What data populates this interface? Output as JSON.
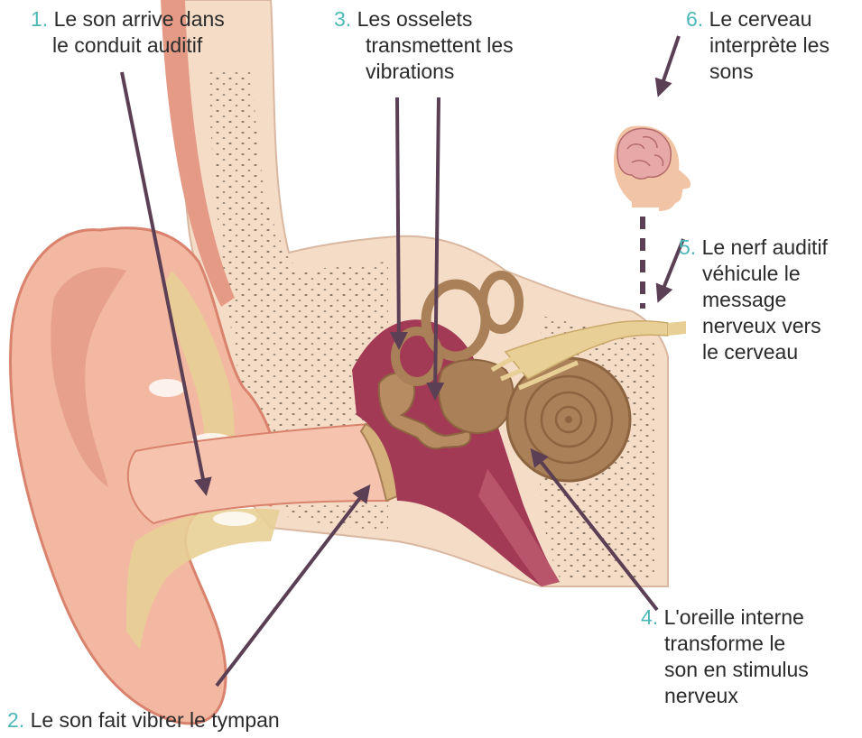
{
  "colors": {
    "number": "#4db8b8",
    "text": "#2b2b2b",
    "arrow": "#5b3f55",
    "skin": "#f2b8a2",
    "skin_dark": "#d9826d",
    "bone": "#f4dcc6",
    "cartilage": "#e8cf96",
    "cavity": "#a33a55",
    "ossicle": "#b88c63",
    "cochlea": "#a98057",
    "head": "#f2c4a6"
  },
  "labels": [
    {
      "num": "1.",
      "lines": [
        "Le son arrive dans",
        "le conduit auditif"
      ]
    },
    {
      "num": "2.",
      "lines": [
        "Le son fait vibrer le tympan"
      ]
    },
    {
      "num": "3.",
      "lines": [
        "Les osselets",
        "transmettent les",
        "vibrations"
      ]
    },
    {
      "num": "4.",
      "lines": [
        "L'oreille interne",
        "transforme le",
        "son en stimulus",
        "nerveux"
      ]
    },
    {
      "num": "5.",
      "lines": [
        "Le nerf auditif",
        "véhicule le",
        "message",
        "nerveux vers",
        "le cerveau"
      ]
    },
    {
      "num": "6.",
      "lines": [
        "Le cerveau",
        "interprète les",
        "sons"
      ]
    }
  ],
  "icons": {
    "head": "head-brain-icon"
  }
}
